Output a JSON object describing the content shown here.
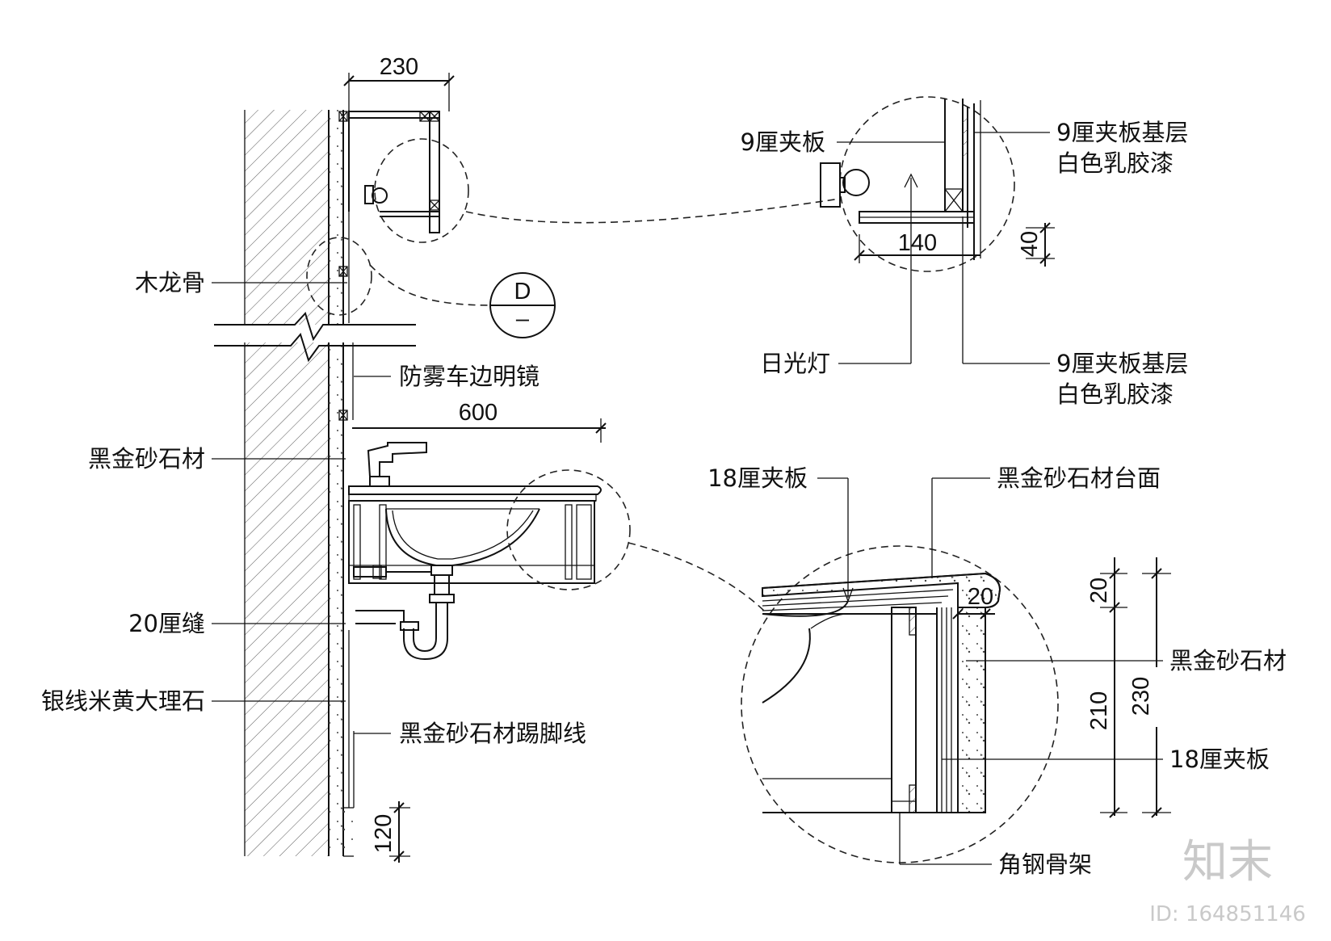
{
  "labels": {
    "left": {
      "wood_keel": "木龙骨",
      "black_gold_stone": "黑金砂石材",
      "gap_20": "20厘缝",
      "silver_marble": "银线米黄大理石",
      "antifog_mirror": "防雾车边明镜",
      "skirting": "黑金砂石材踢脚线"
    },
    "detail_top": {
      "plywood_9": "9厘夹板",
      "base_layer_1_line1": "9厘夹板基层",
      "base_layer_1_line2": "白色乳胶漆",
      "fluorescent_lamp": "日光灯",
      "base_layer_2_line1": "9厘夹板基层",
      "base_layer_2_line2": "白色乳胶漆"
    },
    "detail_bottom": {
      "plywood_18_top": "18厘夹板",
      "countertop": "黑金砂石材台面",
      "stone": "黑金砂石材",
      "plywood_18_side": "18厘夹板",
      "angle_steel": "角钢骨架"
    },
    "section_marker": {
      "letter": "D",
      "sub": "–"
    }
  },
  "dimensions": {
    "top_width": "230",
    "basin_width": "600",
    "skirting_height": "120",
    "lamp_depth": "140",
    "lamp_40": "40",
    "edge_20": "20",
    "vert_20": "20",
    "vert_210": "210",
    "vert_230": "230"
  },
  "watermark": {
    "brand": "知末",
    "id": "ID: 164851146"
  }
}
